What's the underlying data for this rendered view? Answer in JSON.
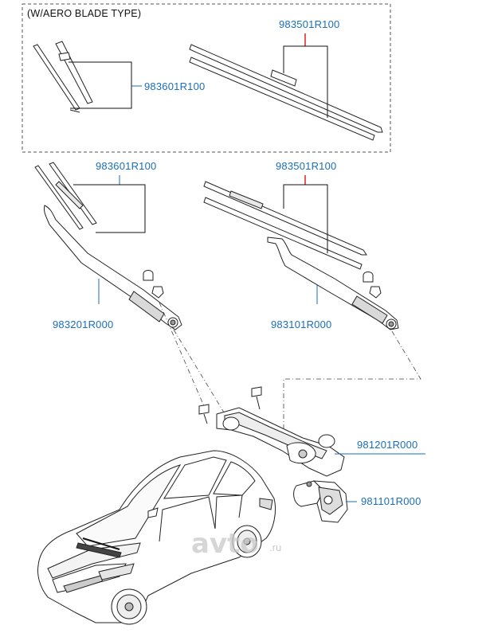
{
  "header": {
    "variant_label": "(W/AERO BLADE TYPE)"
  },
  "parts": {
    "aero_blade_passenger": "983601R100",
    "aero_blade_driver": "983501R100",
    "blade_passenger": "983601R100",
    "blade_driver": "983501R100",
    "arm_passenger": "983201R000",
    "arm_driver": "983101R000",
    "linkage": "981201R000",
    "motor": "981101R000"
  },
  "watermark": {
    "brand": "avto",
    "domain": ".ru"
  },
  "colors": {
    "label_text": "#1a6fb8",
    "leader_accent": "#e02020",
    "line": "#222222"
  }
}
